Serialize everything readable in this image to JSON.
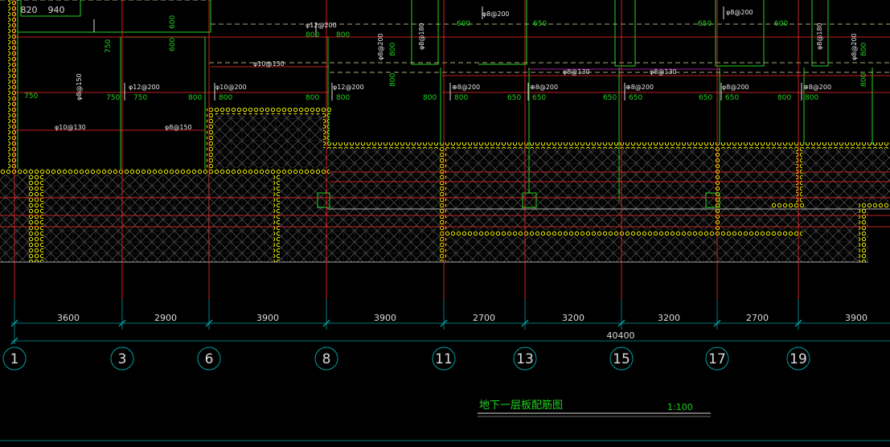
{
  "drawing": {
    "title": "地下一层板配筋图",
    "scale": "1:100",
    "corner_dims": [
      "820",
      "940"
    ],
    "total_dimension": "40400",
    "span_dimensions": [
      "3600",
      "2900",
      "3900",
      "3900",
      "2700",
      "3200",
      "3200",
      "2700",
      "3900"
    ],
    "axis_labels": [
      "1",
      "3",
      "6",
      "8",
      "11",
      "13",
      "15",
      "17",
      "19"
    ],
    "rebar_labels": {
      "phi8_130": "φ8@130",
      "phi8_150": "φ8@150",
      "phi10_130": "φ10@130",
      "phi8_180": "φ8@180",
      "phi8_200": "φ8@200",
      "phi8_200b": "⊕8@200",
      "phi10_200": "φ10@200",
      "phi12_200": "φ12@200"
    },
    "extension_numbers": [
      "600",
      "650",
      "750",
      "800"
    ]
  },
  "colors": {
    "background": "#000000",
    "beam": "#ffff00",
    "axis": "#ff2a2a",
    "rebar": "#e0e0e0",
    "label": "#1fd31f",
    "dimension": "#00a0a0",
    "magenta": "#d020d0"
  }
}
